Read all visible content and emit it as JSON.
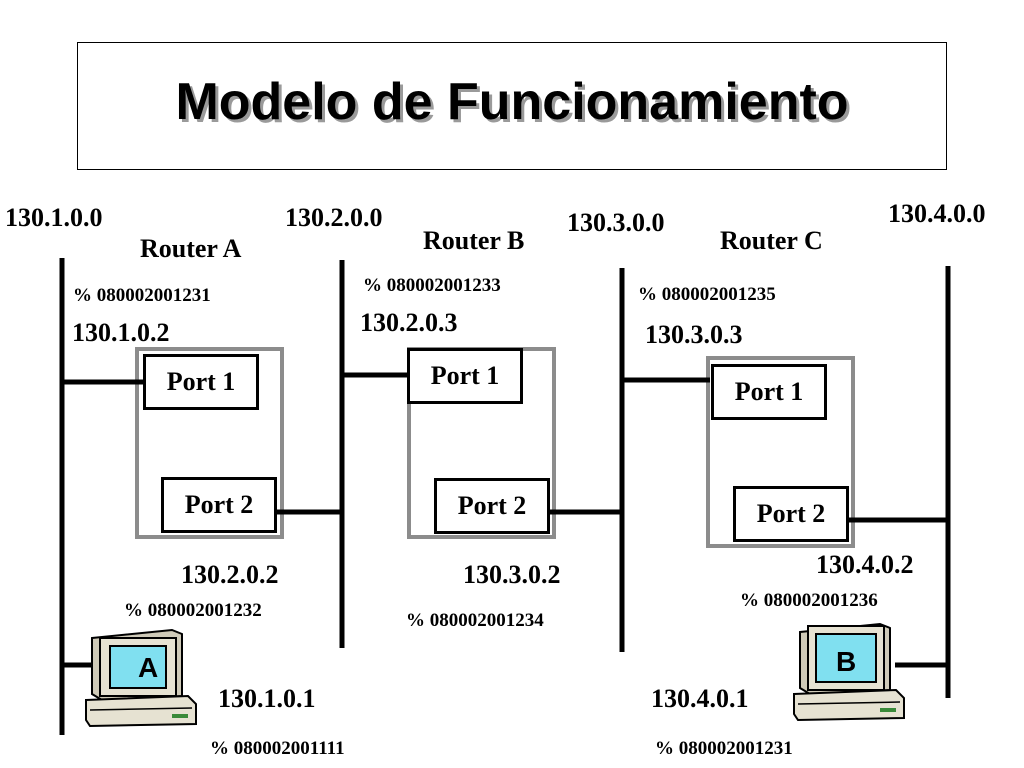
{
  "title": "Modelo de Funcionamiento",
  "networks": [
    "130.1.0.0",
    "130.2.0.0",
    "130.3.0.0",
    "130.4.0.0"
  ],
  "routers": [
    {
      "name": "Router A",
      "port1": {
        "label": "Port 1",
        "ip": "130.1.0.2",
        "mac": "% 080002001231"
      },
      "port2": {
        "label": "Port 2",
        "ip": "130.2.0.2",
        "mac": "% 080002001232"
      }
    },
    {
      "name": "Router B",
      "port1": {
        "label": "Port 1",
        "ip": "130.2.0.3",
        "mac": "% 080002001233"
      },
      "port2": {
        "label": "Port 2",
        "ip": "130.3.0.2",
        "mac": "% 080002001234"
      }
    },
    {
      "name": "Router C",
      "port1": {
        "label": "Port 1",
        "ip": "130.3.0.3",
        "mac": "% 080002001235"
      },
      "port2": {
        "label": "Port 2",
        "ip": "130.4.0.2",
        "mac": "% 080002001236"
      }
    }
  ],
  "hosts": [
    {
      "letter": "A",
      "ip": "130.1.0.1",
      "mac": "% 080002001111"
    },
    {
      "letter": "B",
      "ip": "130.4.0.1",
      "mac": "% 080002001231"
    }
  ],
  "colors": {
    "router_box": "#8c8c8c",
    "screen": "#80e0f0",
    "pc_body": "#e6e2d2",
    "shadow": "#9a9a9a"
  }
}
